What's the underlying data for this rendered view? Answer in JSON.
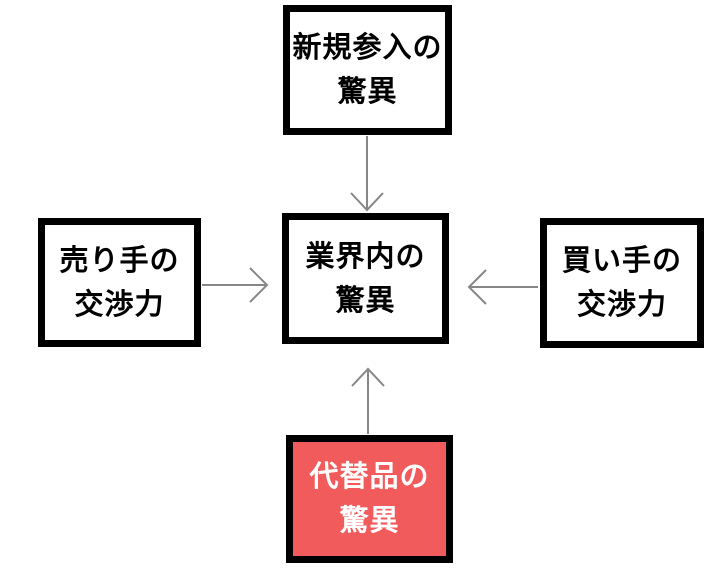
{
  "diagram": {
    "type": "five-forces",
    "background_color": "#ffffff",
    "colors": {
      "box_border": "#000000",
      "box_fill": "#ffffff",
      "box_text": "#000000",
      "highlight_fill": "#F25B5C",
      "highlight_text": "#ffffff",
      "arrow": "#878787"
    },
    "boxes": [
      {
        "id": "new-entrants",
        "position": "top",
        "line1": "新規参入の",
        "line2": "驚異",
        "highlighted": false
      },
      {
        "id": "sellers",
        "position": "left",
        "line1": "売り手の",
        "line2": "交渉力",
        "highlighted": false
      },
      {
        "id": "industry",
        "position": "center",
        "line1": "業界内の",
        "line2": "驚異",
        "highlighted": false
      },
      {
        "id": "buyers",
        "position": "right",
        "line1": "買い手の",
        "line2": "交渉力",
        "highlighted": false
      },
      {
        "id": "substitutes",
        "position": "bottom",
        "line1": "代替品の",
        "line2": "驚異",
        "highlighted": true
      }
    ],
    "arrows": [
      {
        "from": "new-entrants",
        "to": "industry",
        "direction": "down"
      },
      {
        "from": "sellers",
        "to": "industry",
        "direction": "right"
      },
      {
        "from": "buyers",
        "to": "industry",
        "direction": "left"
      },
      {
        "from": "substitutes",
        "to": "industry",
        "direction": "up"
      }
    ]
  }
}
